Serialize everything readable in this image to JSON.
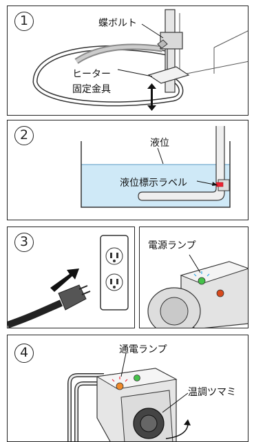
{
  "steps": [
    {
      "number": "1",
      "labels": {
        "wing_bolt": "蝶ボルト",
        "bracket_line1": "ヒーター",
        "bracket_line2": "固定金具"
      }
    },
    {
      "number": "2",
      "labels": {
        "water_level": "液位",
        "water_level_label": "液位標示ラベル"
      }
    },
    {
      "number": "3",
      "labels": {
        "power_lamp": "電源ランプ"
      }
    },
    {
      "number": "4",
      "labels": {
        "energize_lamp": "通電ランプ",
        "temp_knob": "温調ツマミ"
      }
    }
  ],
  "colors": {
    "water": "#cfe9f7",
    "lamp_green": "#45c24a",
    "lamp_red": "#d8491c",
    "lamp_orange": "#f08a2a",
    "arrow": "#111111"
  }
}
